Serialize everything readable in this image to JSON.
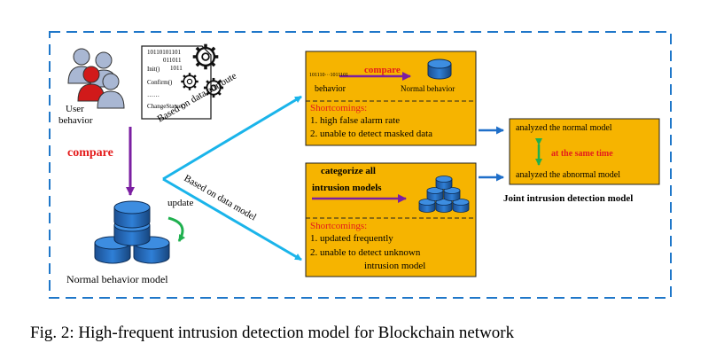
{
  "figure": {
    "caption": "Fig. 2: High-frequent intrusion detection model for Blockchain network"
  },
  "left": {
    "user_label_line1": "User",
    "user_label_line2": "behavior",
    "compare_label": "compare",
    "binary_lines": [
      "10110101101",
      "011011",
      "1011"
    ],
    "func_lines": [
      "Init()",
      "Confirm()",
      "……",
      "ChangeStatue()"
    ],
    "update_label": "update",
    "normal_model_label": "Normal behavior model"
  },
  "branches": {
    "attribute_label": "Based on data attribute",
    "model_label": "Based on data model"
  },
  "top_box": {
    "code_text": "101110···1011101",
    "compare_label": "compare",
    "behavior_label": "behavior",
    "normal_behavior_label": "Normal behavior",
    "shortcomings_title": "Shortcomings:",
    "items": [
      "1. high false alarm rate",
      "2. unable to detect masked data"
    ]
  },
  "bottom_box": {
    "categorize_line1": "categorize all",
    "categorize_line2": "intrusion models",
    "shortcomings_title": "Shortcomings:",
    "items": [
      "1. updated frequently",
      "2. unable to detect unknown",
      "intrusion model"
    ]
  },
  "joint": {
    "normal_text": "analyzed the normal model",
    "same_time_text": "at the same time",
    "abnormal_text": "analyzed the abnormal model",
    "title": "Joint intrusion detection model"
  },
  "colors": {
    "frame": "#1f77c9",
    "box_fill": "#f6b400",
    "arrow_cyan": "#1ab4ea",
    "arrow_purple": "#7b1fa2",
    "arrow_green": "#1fb04f",
    "arrow_blue": "#1f6fc9",
    "red_text": "#e41c1c",
    "cylinder": "#1b5fae"
  }
}
